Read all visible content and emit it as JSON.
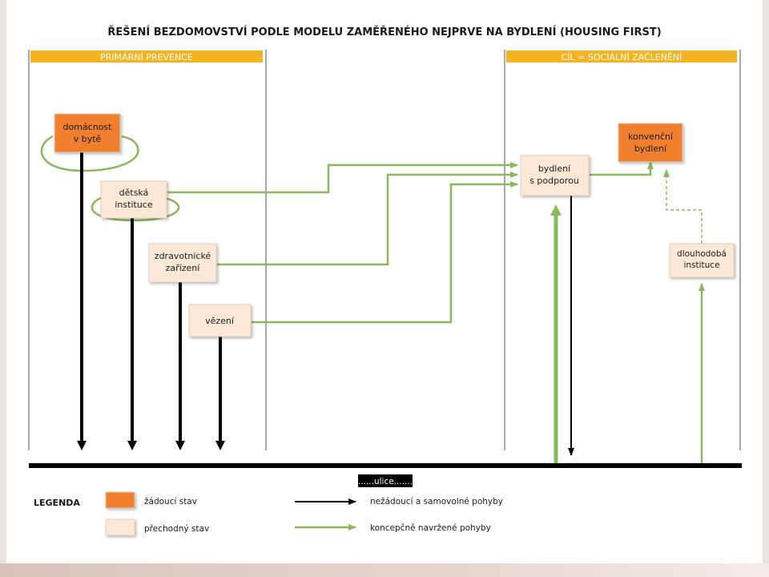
{
  "title": "ŘEŠENÍ BEZDOMOVSTVÍ PODLE MODELU ZAMĚŘENÉHO NEJPRVE NA BYDLENÍ (HOUSING FIRST)",
  "sections": {
    "left": "PRIMÁRNÍ PREVENCE",
    "right": "CÍL = SOCIÁLNÍ ZAČLENĚNÍ"
  },
  "boxes": {
    "domacnost": [
      "domácnost",
      "v bytě"
    ],
    "detska": [
      "dětská",
      "instituce"
    ],
    "zdravotnicke": [
      "zdravotnické",
      "zařízení"
    ],
    "vezeni": [
      "vězení"
    ],
    "bydleni_podporou": [
      "bydlení",
      "s podporou"
    ],
    "konvencni": [
      "konvenční",
      "bydlení"
    ],
    "dlouhodoba": [
      "dlouhodobá",
      "instituce"
    ]
  },
  "street_label": "......ulice.......",
  "legend": {
    "title": "LEGENDA",
    "desired_state": "žádoucí stav",
    "transitional_state": "přechodný stav",
    "unwanted_moves": "nežádoucí a samovolné pohyby",
    "designed_moves": "koncepčně navržené pohyby"
  },
  "colors": {
    "desired": "#f07f2f",
    "transitional": "#fde8d8",
    "green": "#8ab85c",
    "band": "#f4b320",
    "black": "#000000"
  }
}
